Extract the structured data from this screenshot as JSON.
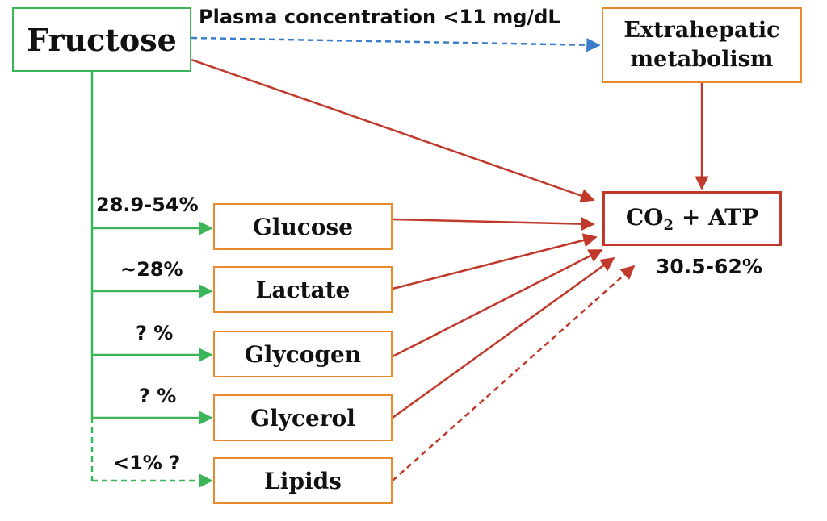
{
  "nodes": {
    "fructose": "Fructose",
    "extrahepatic_line1": "Extrahepatic",
    "extrahepatic_line2": "metabolism",
    "co2_prefix": "CO",
    "co2_subscript": "2",
    "co2_suffix": " + ATP",
    "glucose": "Glucose",
    "lactate": "Lactate",
    "glycogen": "Glycogen",
    "glycerol": "Glycerol",
    "lipids": "Lipids"
  },
  "edge_labels": {
    "plasma": "Plasma concentration <11 mg/dL",
    "glucose_pct": "28.9-54%",
    "lactate_pct": "~28%",
    "glycogen_pct": "? %",
    "glycerol_pct": "? %",
    "lipids_pct": "<1% ?",
    "co2_pct": "30.5-62%"
  },
  "colors": {
    "green": "#3cb55a",
    "orange": "#e8892e",
    "red": "#c0392b",
    "blue": "#3a7dc9"
  }
}
